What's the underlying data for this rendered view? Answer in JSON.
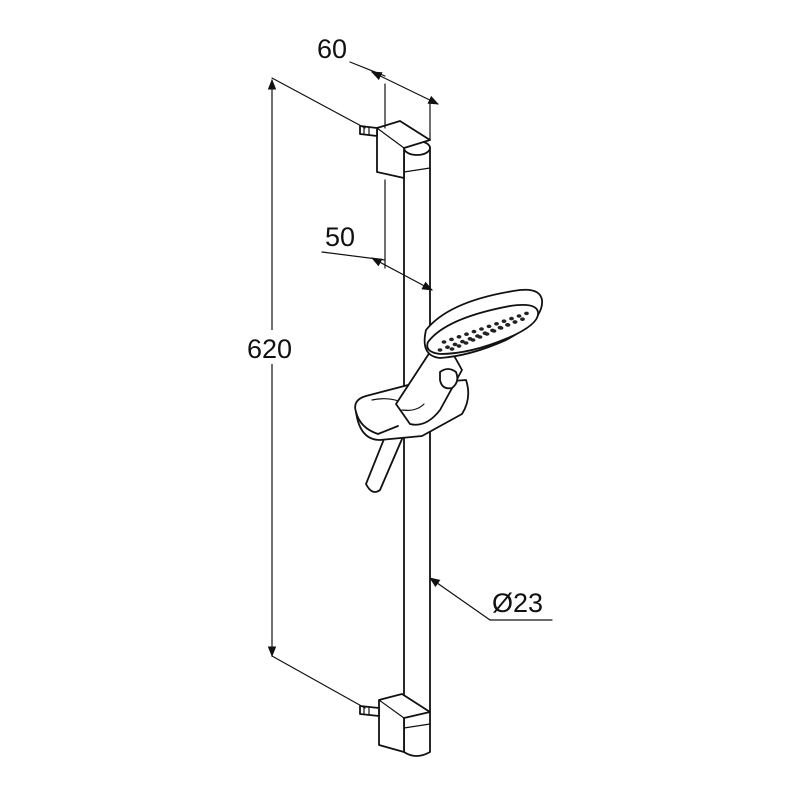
{
  "dimensions": {
    "depth": "60",
    "offset": "50",
    "height": "620",
    "diameter": "Ø23"
  },
  "colors": {
    "line": "#111111",
    "background": "#ffffff",
    "spray_holes": "#222222"
  }
}
